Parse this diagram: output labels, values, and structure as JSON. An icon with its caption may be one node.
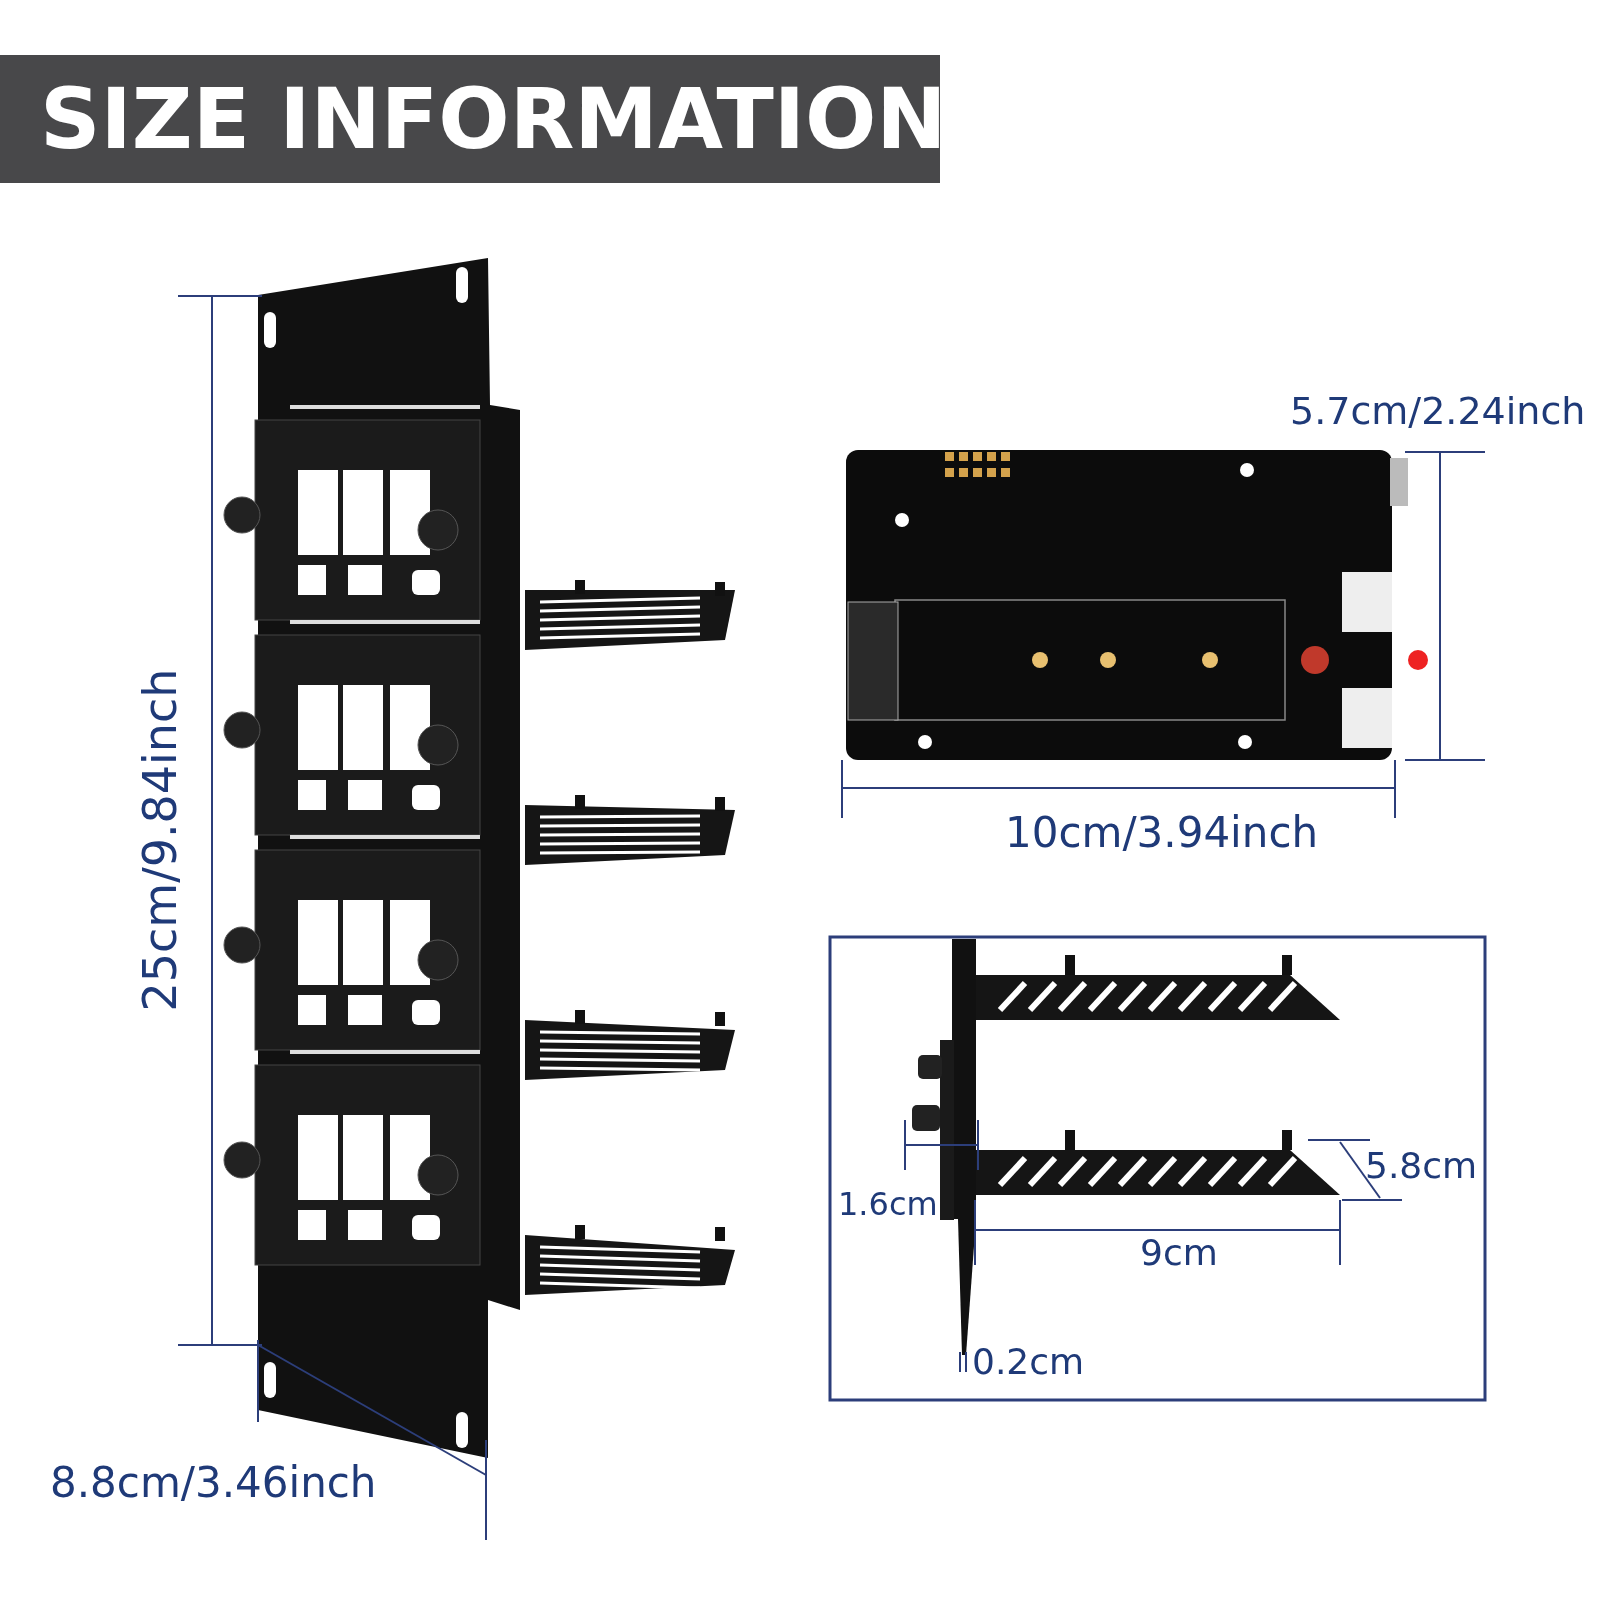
{
  "diagram": {
    "title": "SIZE INFORMATION",
    "labels": [
      "25cm/9.84inch",
      "5.7cm/2.24inch",
      "10cm/3.94inch",
      "5.8cm",
      "1.6cm",
      "9cm",
      "0.2cm",
      "8.8cm/3.46inch"
    ]
  }
}
